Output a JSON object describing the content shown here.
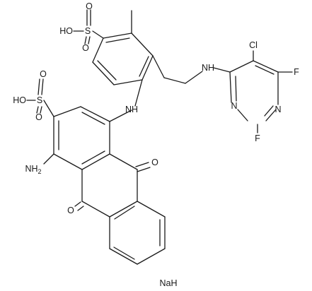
{
  "molecule": {
    "atom_labels": {
      "so3h_top": "HO",
      "s_top": "S",
      "o_top_1": "O",
      "o_top_2": "O",
      "cl": "Cl",
      "nh_link": "NH",
      "f_right": "F",
      "n_pyr_1": "N",
      "n_pyr_2": "N",
      "f_bottom": "F",
      "so3h_left": "HO",
      "s_left": "S",
      "o_left_1": "O",
      "o_left_2": "O",
      "nh_bridge": "NH",
      "nh2": "NH",
      "nh2_sub": "2",
      "o_keto_1": "O",
      "o_keto_2": "O"
    },
    "counterion": "NaH"
  }
}
